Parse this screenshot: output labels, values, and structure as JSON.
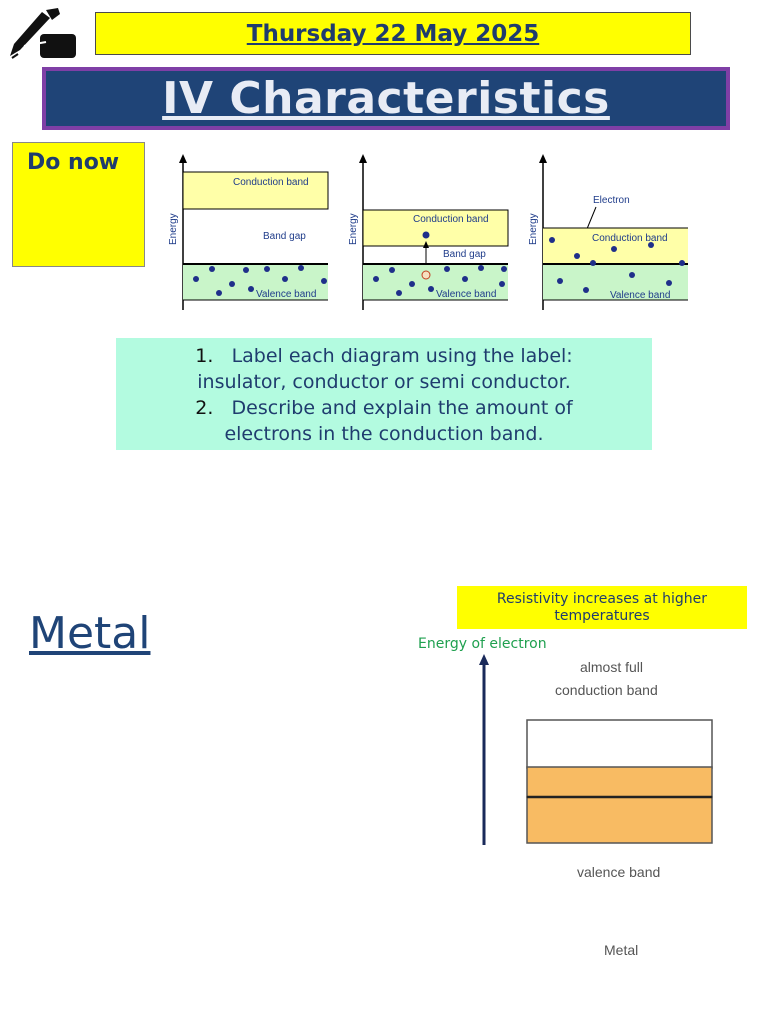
{
  "header": {
    "date": "Thursday 22 May 2025",
    "title": "IV Characteristics "
  },
  "do_now": {
    "label": "Do now"
  },
  "band_diagrams": [
    {
      "axis_label": "Energy",
      "conduction_label": "Conduction band",
      "gap_label": "Band gap",
      "valence_label": "Valence band"
    },
    {
      "axis_label": "Energy",
      "conduction_label": "Conduction band",
      "gap_label": "Band gap",
      "valence_label": "Valence band"
    },
    {
      "axis_label": "Energy",
      "electron_label": "Electron",
      "conduction_label": "Conduction band",
      "valence_label": "Valence band"
    }
  ],
  "task": {
    "items": [
      {
        "number": "1.",
        "line1": "Label each diagram using the label:",
        "line2": "insulator, conductor or semi conductor."
      },
      {
        "number": "2.",
        "line1": "Describe and explain the amount of",
        "line2": "electrons in the conduction band."
      }
    ]
  },
  "metal": {
    "heading": "Metal",
    "resistivity_note": "Resistivity increases at higher temperatures",
    "energy_axis_label": "Energy of electron",
    "top_label_line1": "almost full",
    "top_label_line2": "conduction band",
    "bottom_label": "valence band",
    "caption": "Metal"
  },
  "colors": {
    "date_bg": "#ffff00",
    "title_bg": "#1f4477",
    "title_border": "#7f3fa6",
    "task_bg": "#b3fbe0",
    "band_fill_conduction": "#ffffa8",
    "band_fill_valence": "#c9f5c9",
    "metal_band_fill": "#f8bb63"
  }
}
